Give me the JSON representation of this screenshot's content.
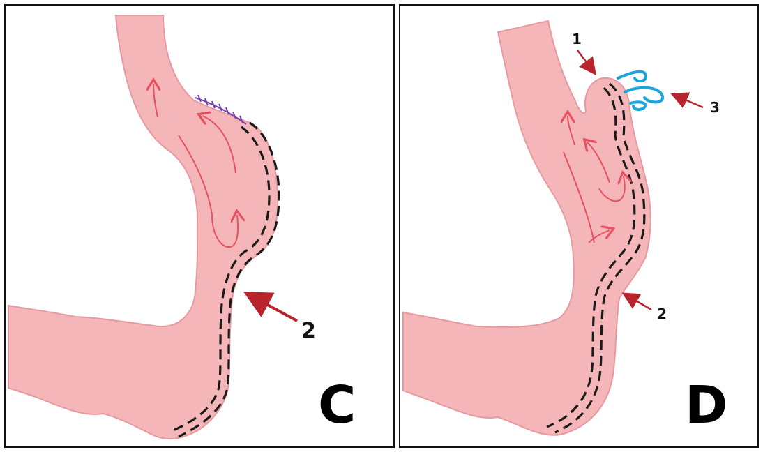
{
  "colors": {
    "tissue": "#f4b6b8",
    "tissue_edge": "#e69aa0",
    "flow_arrows": "#e8505f",
    "pointer_arrows": "#b8242c",
    "suture": "#7a3fa8",
    "leak": "#1aa6dc",
    "dashed_wall": "#1a1a1a",
    "border": "#111111"
  },
  "panels": {
    "c": {
      "letter": "C",
      "callouts": {
        "two": "2"
      },
      "icons": [
        "suture-line-icon",
        "flow-arrow-icon",
        "pointer-arrow-icon"
      ]
    },
    "d": {
      "letter": "D",
      "callouts": {
        "one": "1",
        "two": "2",
        "three": "3"
      },
      "icons": [
        "leak-jet-icon",
        "flow-arrow-icon",
        "pointer-arrow-icon"
      ]
    }
  }
}
